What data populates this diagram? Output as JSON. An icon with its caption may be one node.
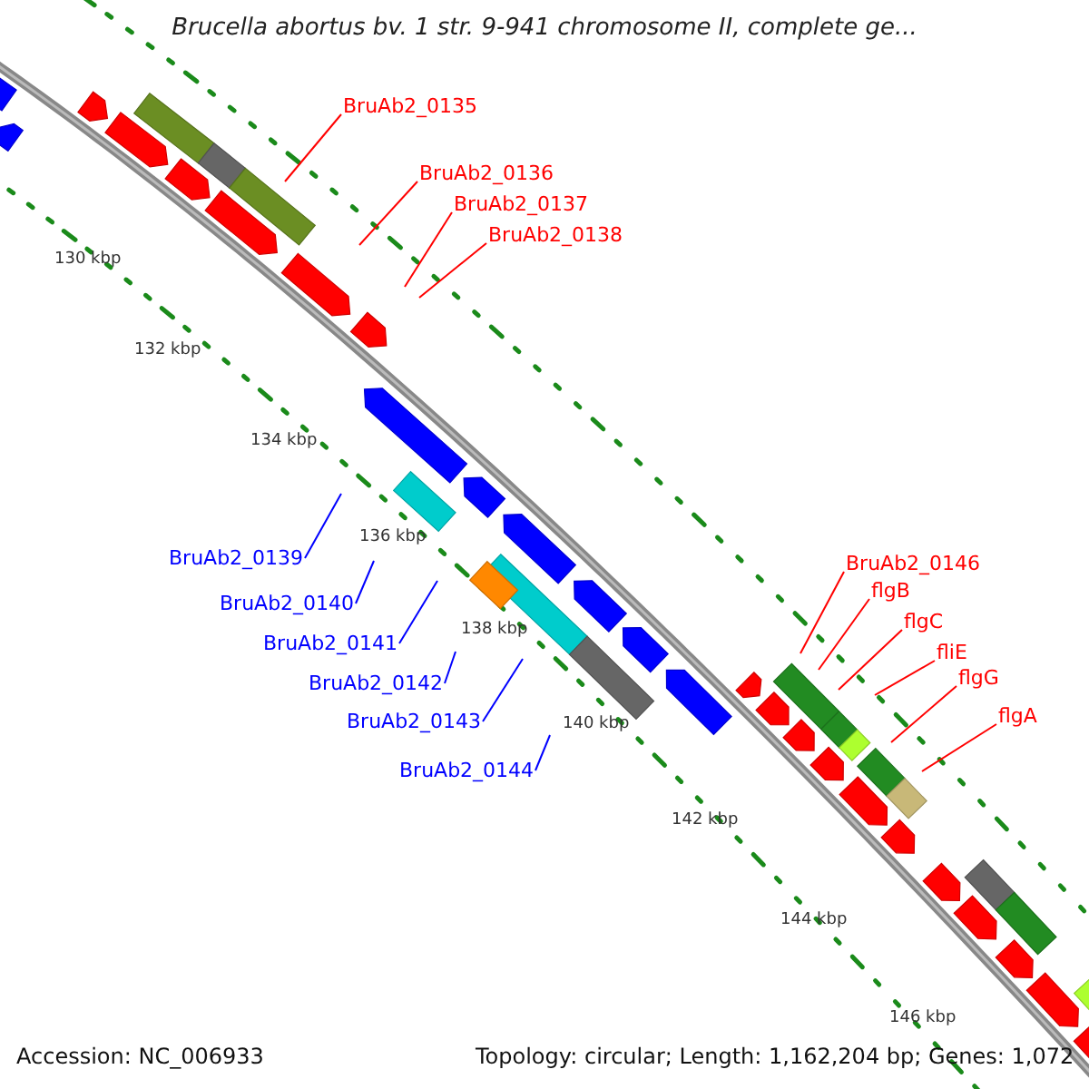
{
  "diagram": {
    "title": "Brucella abortus bv. 1 str. 9-941 chromosome II, complete ge...",
    "nodes": [
      {
        "text": [
          "BruAb2_0135"
        ]
      },
      {
        "text": [
          "BruAb2_0136"
        ]
      },
      {
        "text": [
          "BruAb2_0137"
        ]
      },
      {
        "text": [
          "BruAb2_0138"
        ]
      },
      {
        "text": [
          "BruAb2_0139"
        ]
      },
      {
        "text": [
          "BruAb2_0140"
        ]
      },
      {
        "text": [
          "BruAb2_0141"
        ]
      },
      {
        "text": [
          "BruAb2_0142"
        ]
      },
      {
        "text": [
          "BruAb2_0143"
        ]
      },
      {
        "text": [
          "BruAb2_0144"
        ]
      },
      {
        "text": [
          "BruAb2_0146"
        ]
      },
      {
        "text": [
          "flgB"
        ]
      },
      {
        "text": [
          "flgC"
        ]
      },
      {
        "text": [
          "fliE"
        ]
      },
      {
        "text": [
          "flgG"
        ]
      },
      {
        "text": [
          "flgA"
        ]
      }
    ],
    "edges": [
      {
        "from": 0,
        "to": null,
        "arrow": "none"
      },
      {
        "from": 1,
        "to": null,
        "arrow": "none"
      },
      {
        "from": 2,
        "to": null,
        "arrow": "none"
      },
      {
        "from": 3,
        "to": null,
        "arrow": "none"
      },
      {
        "from": 4,
        "to": null,
        "arrow": "none",
        "color": "#0000ff"
      },
      {
        "from": 5,
        "to": null,
        "arrow": "none",
        "color": "#0000ff"
      },
      {
        "from": 6,
        "to": null,
        "arrow": "none",
        "color": "#0000ff"
      },
      {
        "from": 7,
        "to": null,
        "arrow": "none",
        "color": "#0000ff"
      },
      {
        "from": 8,
        "to": null,
        "arrow": "none",
        "color": "#0000ff"
      },
      {
        "from": 9,
        "to": null,
        "arrow": "none",
        "color": "#0000ff"
      },
      {
        "from": 10,
        "to": null,
        "arrow": "none"
      },
      {
        "from": 11,
        "to": null,
        "arrow": "none"
      },
      {
        "from": 12,
        "to": null,
        "arrow": "none"
      },
      {
        "from": 13,
        "to": null,
        "arrow": "none"
      },
      {
        "from": 14,
        "to": null,
        "arrow": "none"
      },
      {
        "from": 15,
        "to": null,
        "arrow": "none"
      }
    ],
    "labels": [
      "130 kbp",
      "132 kbp",
      "134 kbp",
      "136 kbp",
      "138 kbp",
      "140 kbp",
      "142 kbp",
      "144 kbp",
      "146 kbp",
      "Accession: NC_006933",
      "Topology: circular; Length: 1,162,204 bp; Genes: 1,072"
    ]
  }
}
